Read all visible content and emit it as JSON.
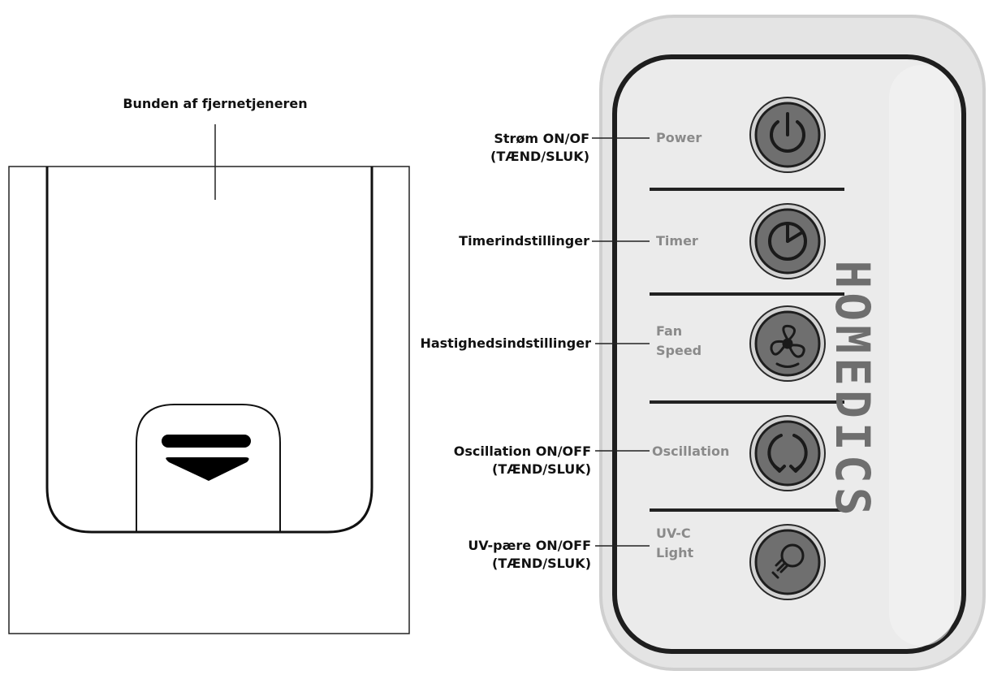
{
  "remote_bottom": {
    "title": "Bunden af fjernetjeneren"
  },
  "callouts": {
    "power": {
      "line1": "Strøm ON/OF",
      "line2": "(TÆND/SLUK)"
    },
    "timer": {
      "line1": "Timerindstillinger"
    },
    "fan_speed": {
      "line1": "Hastighedsindstillinger"
    },
    "oscillation": {
      "line1": "Oscillation ON/OFF",
      "line2": "(TÆND/SLUK)"
    },
    "uv": {
      "line1": "UV-pære ON/OFF",
      "line2": "(TÆND/SLUK)"
    }
  },
  "remote_buttons": {
    "power": {
      "label": "Power",
      "icon": "power-icon"
    },
    "timer": {
      "label": "Timer",
      "icon": "timer-icon"
    },
    "fan_speed": {
      "label_line1": "Fan",
      "label_line2": "Speed",
      "icon": "fan-icon"
    },
    "oscillation": {
      "label": "Oscillation",
      "icon": "oscillation-icon"
    },
    "uv": {
      "label_line1": "UV-C",
      "label_line2": "Light",
      "icon": "lightbulb-icon"
    }
  },
  "brand": {
    "name": "HOMEDICS"
  },
  "colors": {
    "remote_body": "#e9e9e9",
    "remote_border": "#1e1e1e",
    "button_face": "#6f6f6f",
    "label_gray": "#8a8a8a"
  }
}
